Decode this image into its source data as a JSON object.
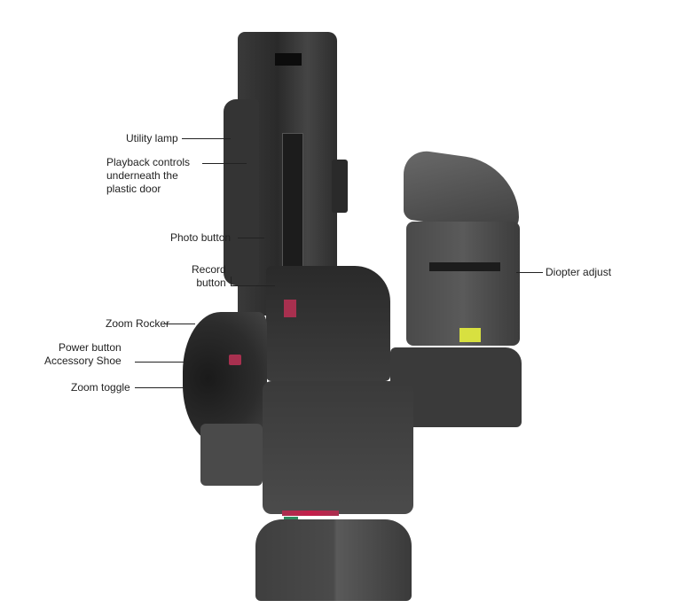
{
  "diagram": {
    "subject": "Camcorder (rear/side view) with labeled controls",
    "labels": [
      {
        "id": "utility-lamp",
        "text": "Utility lamp"
      },
      {
        "id": "playback-controls",
        "lines": [
          "Playback controls",
          "underneath the",
          "plastic door"
        ]
      },
      {
        "id": "photo-button",
        "text": "Photo button"
      },
      {
        "id": "record-button",
        "lines": [
          "Record",
          "button"
        ]
      },
      {
        "id": "zoom-rocker",
        "text": "Zoom Rocker"
      },
      {
        "id": "power-button-shoe",
        "lines": [
          "Power button",
          "Accessory Shoe"
        ]
      },
      {
        "id": "zoom-toggle",
        "text": "Zoom toggle"
      },
      {
        "id": "diopter-adjust",
        "text": "Diopter adjust"
      }
    ],
    "colors": {
      "background": "#ffffff",
      "body_dark": "#2b2b2b",
      "body_mid": "#4a4a4a",
      "body_light": "#6a6a6a",
      "accent_red": "#a8304f",
      "accent_yellow": "#d8e040",
      "accent_green": "#2f8a5e",
      "label_text": "#222222"
    }
  }
}
